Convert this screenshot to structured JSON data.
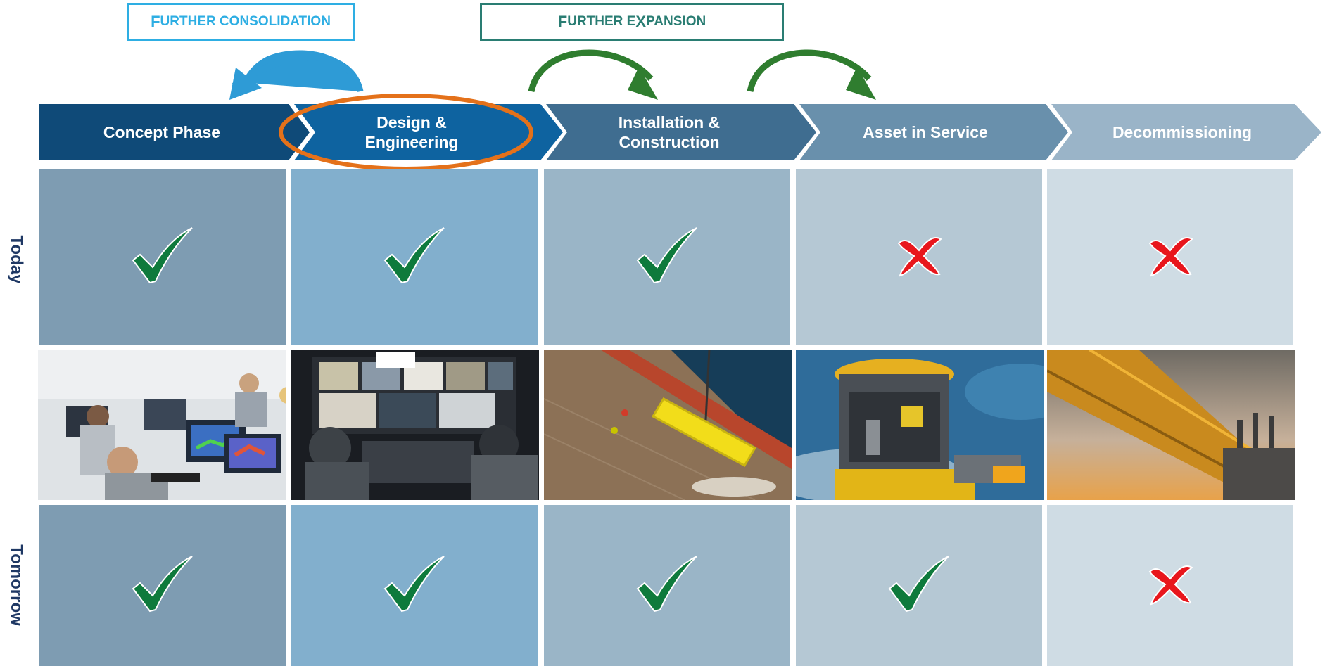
{
  "callouts": {
    "consolidation": {
      "first": "F",
      "rest": "URTHER CONSOLIDATION",
      "color": "#2eaee3"
    },
    "expansion": {
      "first": "F",
      "rest": "URTHER E",
      "first2": "X",
      "rest2": "PANSION",
      "color": "#2a7d73"
    }
  },
  "phases": [
    {
      "label": "Concept Phase",
      "color": "#0f4a78"
    },
    {
      "label": "Design & Engineering",
      "color": "#0e63a0"
    },
    {
      "label": "Installation & Construction",
      "color": "#3f6d90"
    },
    {
      "label": "Asset in Service",
      "color": "#6990ac"
    },
    {
      "label": "Decommissioning",
      "color": "#9ab4c8"
    }
  ],
  "rows": [
    {
      "label": "Today",
      "status": [
        "check",
        "check",
        "check",
        "cross",
        "cross"
      ]
    },
    {
      "label": "Tomorrow",
      "status": [
        "check",
        "check",
        "check",
        "check",
        "cross"
      ]
    }
  ],
  "cell_colors": [
    "#7e9cb2",
    "#82afcd",
    "#9ab5c7",
    "#b5c8d4",
    "#cfdce4"
  ],
  "icons": {
    "check_color": "#0e7a3c",
    "cross_color": "#e8161c"
  },
  "highlight_color": "#e4711a",
  "photos": [
    "team-at-computers-photo",
    "rov-control-room-photo",
    "ship-deck-lifting-photo",
    "subsea-equipment-photo",
    "offshore-platform-photo"
  ]
}
